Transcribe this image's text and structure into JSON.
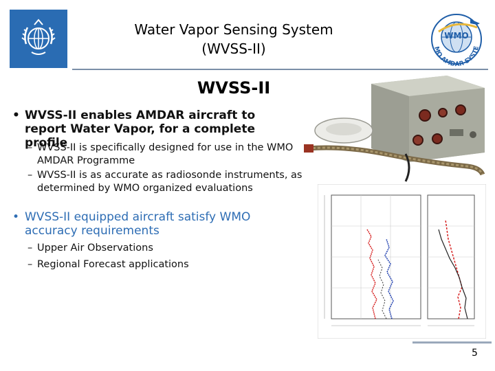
{
  "header": {
    "title_line1": "Water Vapor Sensing System",
    "title_line2": "(WVSS-II)",
    "left_logo": "wmo-emblem-icon",
    "right_logo": "wmo-amdar-system-logo",
    "right_logo_text": "WMO AMDAR SYSTEM"
  },
  "slide": {
    "heading": "WVSS-II",
    "bullets": [
      {
        "marker": "•",
        "text": "WVSS-II enables AMDAR aircraft to report Water Vapor, for a complete profile",
        "subitems": [
          {
            "marker": "–",
            "text": "WVSS-II is specifically designed for use in the WMO AMDAR Programme"
          },
          {
            "marker": "–",
            "text": "WVSS-II is as accurate as radiosonde instruments, as determined by WMO organized evaluations"
          }
        ]
      },
      {
        "marker": "•",
        "text": "WVSS-II equipped aircraft satisfy WMO accuracy requirements",
        "color": "#2e6db4",
        "subitems": [
          {
            "marker": "–",
            "text": "Upper Air Observations"
          },
          {
            "marker": "–",
            "text": "Regional Forecast applications"
          }
        ]
      }
    ]
  },
  "images": {
    "device_photo": "wvss-ii-hardware-photo",
    "profile_chart": "vertical-profile-chart-image"
  },
  "footer": {
    "page_number": "5"
  }
}
